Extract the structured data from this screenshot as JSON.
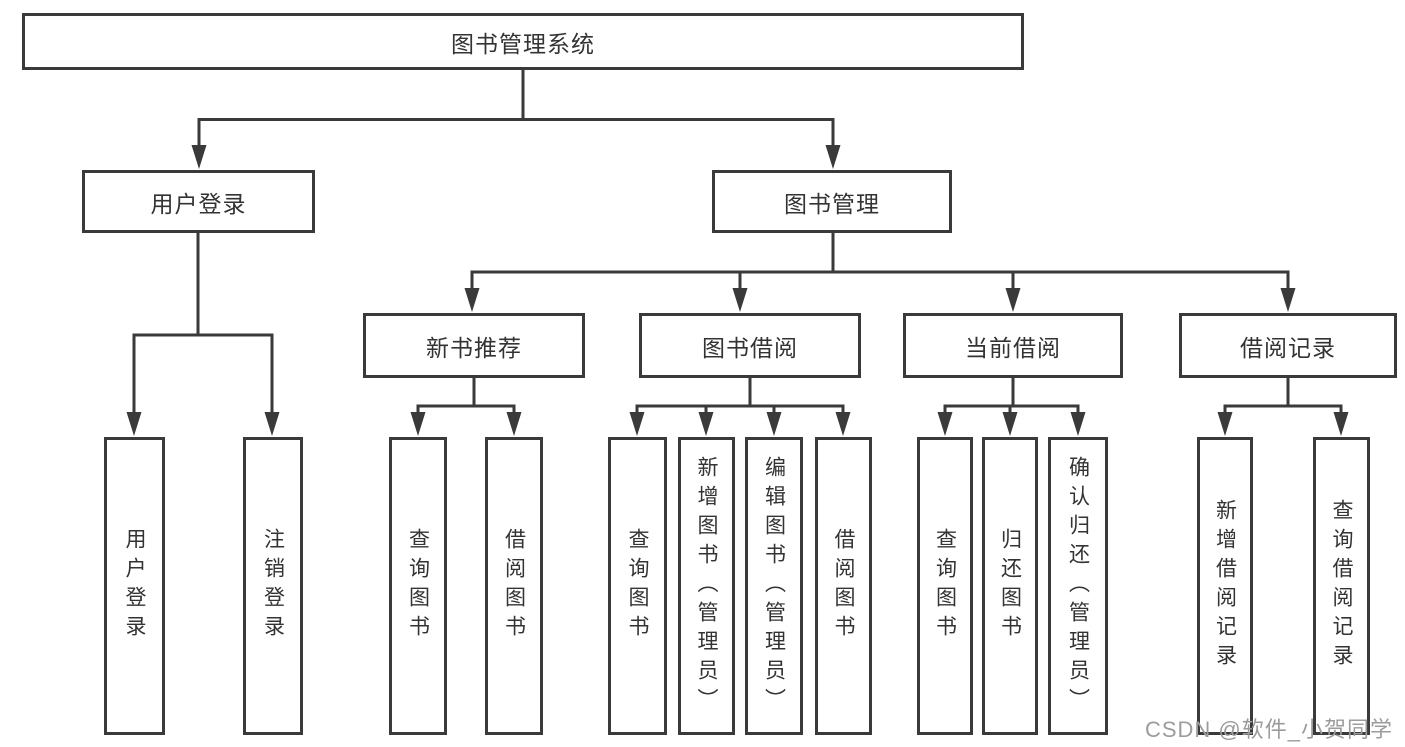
{
  "diagram": {
    "nodes": {
      "root": "图书管理系统",
      "user_login": "用户登录",
      "book_mgmt": "图书管理",
      "new_book_recommend": "新书推荐",
      "book_borrow": "图书借阅",
      "current_borrow": "当前借阅",
      "borrow_records": "借阅记录",
      "leaves": {
        "user_login_leaf": "用户登录",
        "logout": "注销登录",
        "nb_query": "查询图书",
        "nb_borrow": "借阅图书",
        "bb_query": "查询图书",
        "bb_add": "新增图书（管理员）",
        "bb_edit": "编辑图书（管理员）",
        "bb_borrow": "借阅图书",
        "cb_query": "查询图书",
        "cb_return": "归还图书",
        "cb_confirm": "确认归还（管理员）",
        "rec_add": "新增借阅记录",
        "rec_query": "查询借阅记录"
      }
    },
    "colors": {
      "line": "#3a3a3a",
      "box_border": "#3a3a3a",
      "box_fill": "#ffffff",
      "text": "#333333",
      "watermark_text": "#9c9c9c",
      "background": "#ffffff"
    }
  },
  "watermark": "CSDN @软件_小贺同学"
}
